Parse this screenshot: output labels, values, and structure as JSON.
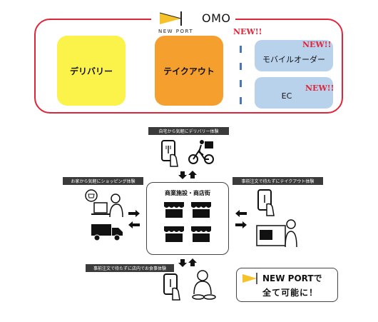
{
  "omo": {
    "title": "OMO",
    "brand": "NEW PORT",
    "new_badge": "NEW!!",
    "tiles": {
      "delivery": "デリバリー",
      "takeout": "テイクアウト",
      "mobile_order": "モバイルオーダー",
      "ec": "EC"
    },
    "colors": {
      "frame": "#e0253a",
      "delivery": "#fbf34a",
      "takeout": "#f5a02e",
      "online": "#b9d2ec"
    }
  },
  "flow": {
    "top_label": "自宅から気軽にデリバリー体験",
    "left_label": "お家から気軽にショッピング体験",
    "right_label": "事前注文で待たずにテイクアウト体験",
    "bottom_label": "事前注文で待たずに店内でお食事体験",
    "center_title": "商業施設・商店街",
    "callout_line1": "NEW PORTで",
    "callout_line2": "全て可能に！"
  }
}
